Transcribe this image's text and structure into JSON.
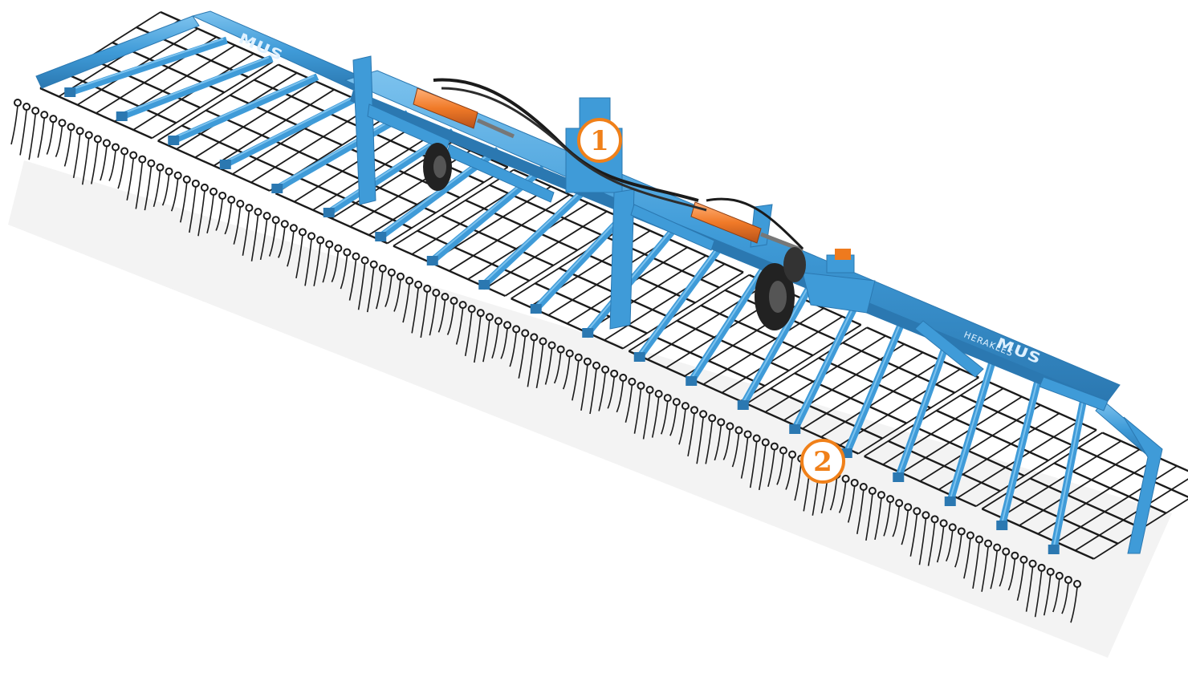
{
  "scene": {
    "subject": "harrow-implement",
    "colors": {
      "frame_blue": "#3f9bd8",
      "frame_blue_dark": "#2b78b1",
      "frame_blue_light": "#7cc2ee",
      "tine_black": "#1b1b1b",
      "cylinder_orange": "#f07a28",
      "marker_orange": "#f08019",
      "tire_black": "#222222"
    }
  },
  "frame_labels": {
    "brand_near": "MUS",
    "brand_far": "MUS",
    "sub_near": "HERAKLES"
  },
  "markers": [
    {
      "label": "1",
      "icon": "circled-number-1"
    },
    {
      "label": "2",
      "icon": "circled-number-2"
    }
  ]
}
